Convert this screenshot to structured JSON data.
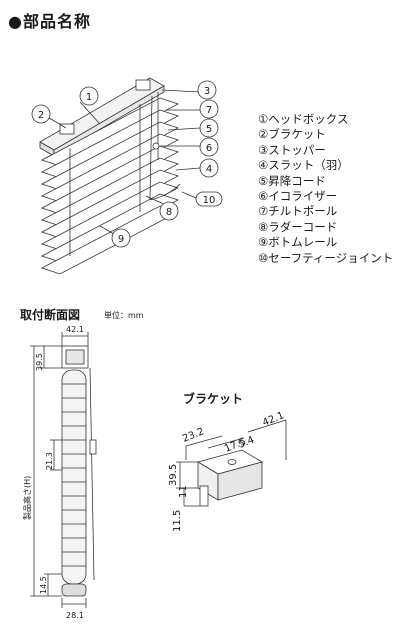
{
  "section_title": "●部品名称",
  "parts": [
    {
      "num": "1",
      "label": "①ヘッドボックス"
    },
    {
      "num": "2",
      "label": "②ブラケット"
    },
    {
      "num": "3",
      "label": "③ストッパー"
    },
    {
      "num": "4",
      "label": "④スラット（羽）"
    },
    {
      "num": "5",
      "label": "⑤昇降コード"
    },
    {
      "num": "6",
      "label": "⑥イコライザー"
    },
    {
      "num": "7",
      "label": "⑦チルトポール"
    },
    {
      "num": "8",
      "label": "⑧ラダーコード"
    },
    {
      "num": "9",
      "label": "⑨ボトムレール"
    },
    {
      "num": "10",
      "label": "⑩セーフティージョイント"
    }
  ],
  "dim_title": "取付断面図",
  "dim_unit": "単位：mm",
  "section_dims": {
    "top_width": "42.1",
    "head_height": "39.5",
    "cord_offset": "21.3",
    "product_height": "製品高さ(H)",
    "bottom_height": "14.5",
    "bottom_width": "28.1"
  },
  "bracket_title": "ブラケット",
  "bracket_dims": {
    "d1": "23.2",
    "d2": "17.5",
    "d3": "5.4",
    "d4": "42.1",
    "d5": "39.5",
    "d6": "11",
    "d7": "11.5"
  }
}
